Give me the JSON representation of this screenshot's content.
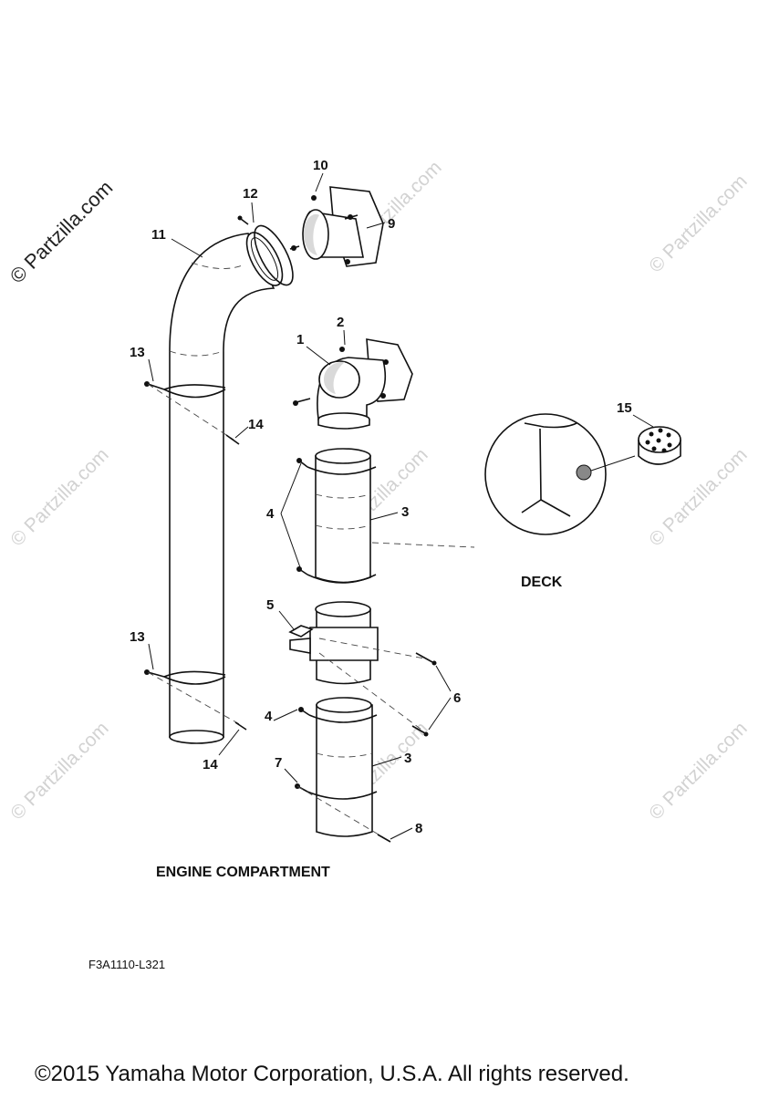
{
  "watermarks": {
    "main": "© Partzilla.com",
    "tile": "© Partzilla.com"
  },
  "callouts": {
    "p1": "1",
    "p2": "2",
    "p3a": "3",
    "p3b": "3",
    "p4a": "4",
    "p4b": "4",
    "p5": "5",
    "p6": "6",
    "p7": "7",
    "p8": "8",
    "p9": "9",
    "p10": "10",
    "p11": "11",
    "p12": "12",
    "p13a": "13",
    "p13b": "13",
    "p14a": "14",
    "p14b": "14",
    "p15": "15"
  },
  "labels": {
    "engine_compartment": "ENGINE COMPARTMENT",
    "deck": "DECK",
    "drawing_code": "F3A1110-L321"
  },
  "footer": {
    "copyright": "©2015 Yamaha Motor Corporation, U.S.A. All rights reserved."
  }
}
